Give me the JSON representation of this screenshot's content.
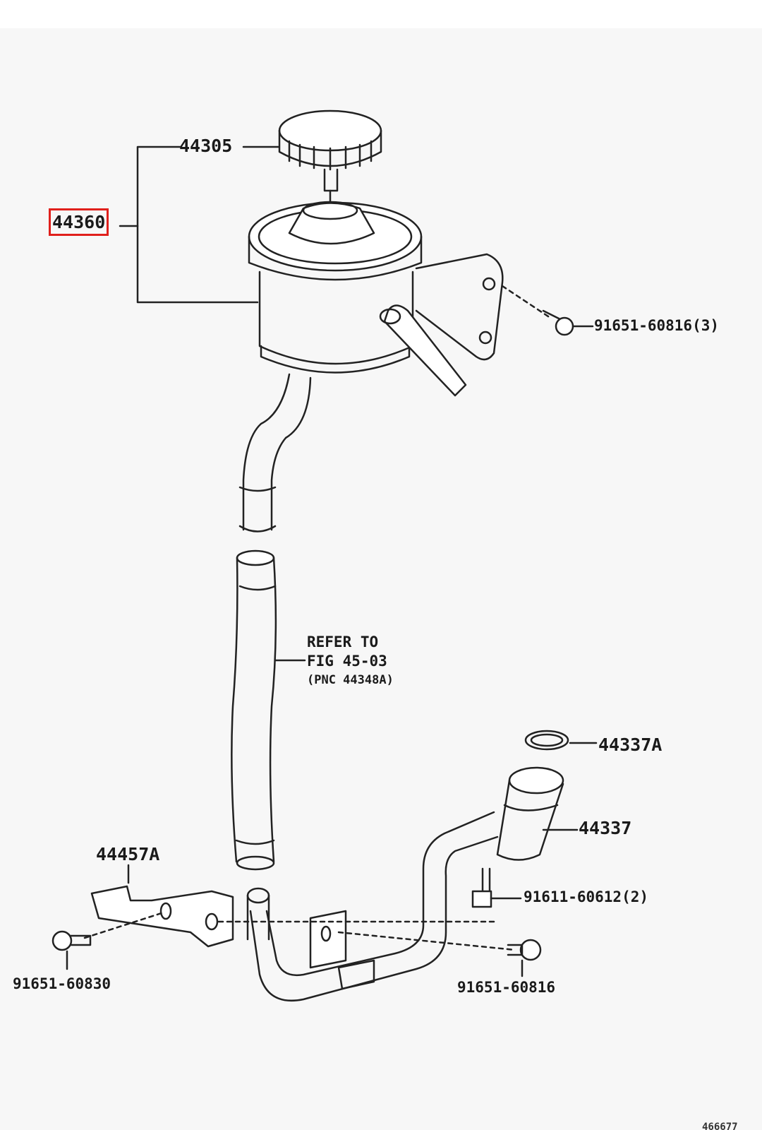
{
  "diagram": {
    "highlight_color": "#e0201c",
    "parts": [
      {
        "number": "44305"
      },
      {
        "number": "44360",
        "highlighted": true
      },
      {
        "number": "91651-60816(3)"
      },
      {
        "number": "44337A"
      },
      {
        "number": "44337"
      },
      {
        "number": "91611-60612(2)"
      },
      {
        "number": "44457A"
      },
      {
        "number": "91651-60830"
      },
      {
        "number": "91651-60816"
      }
    ],
    "reference_note": [
      "REFER TO",
      "FIG 45-03",
      "(PNC 44348A)"
    ],
    "figure_id": "466677"
  }
}
